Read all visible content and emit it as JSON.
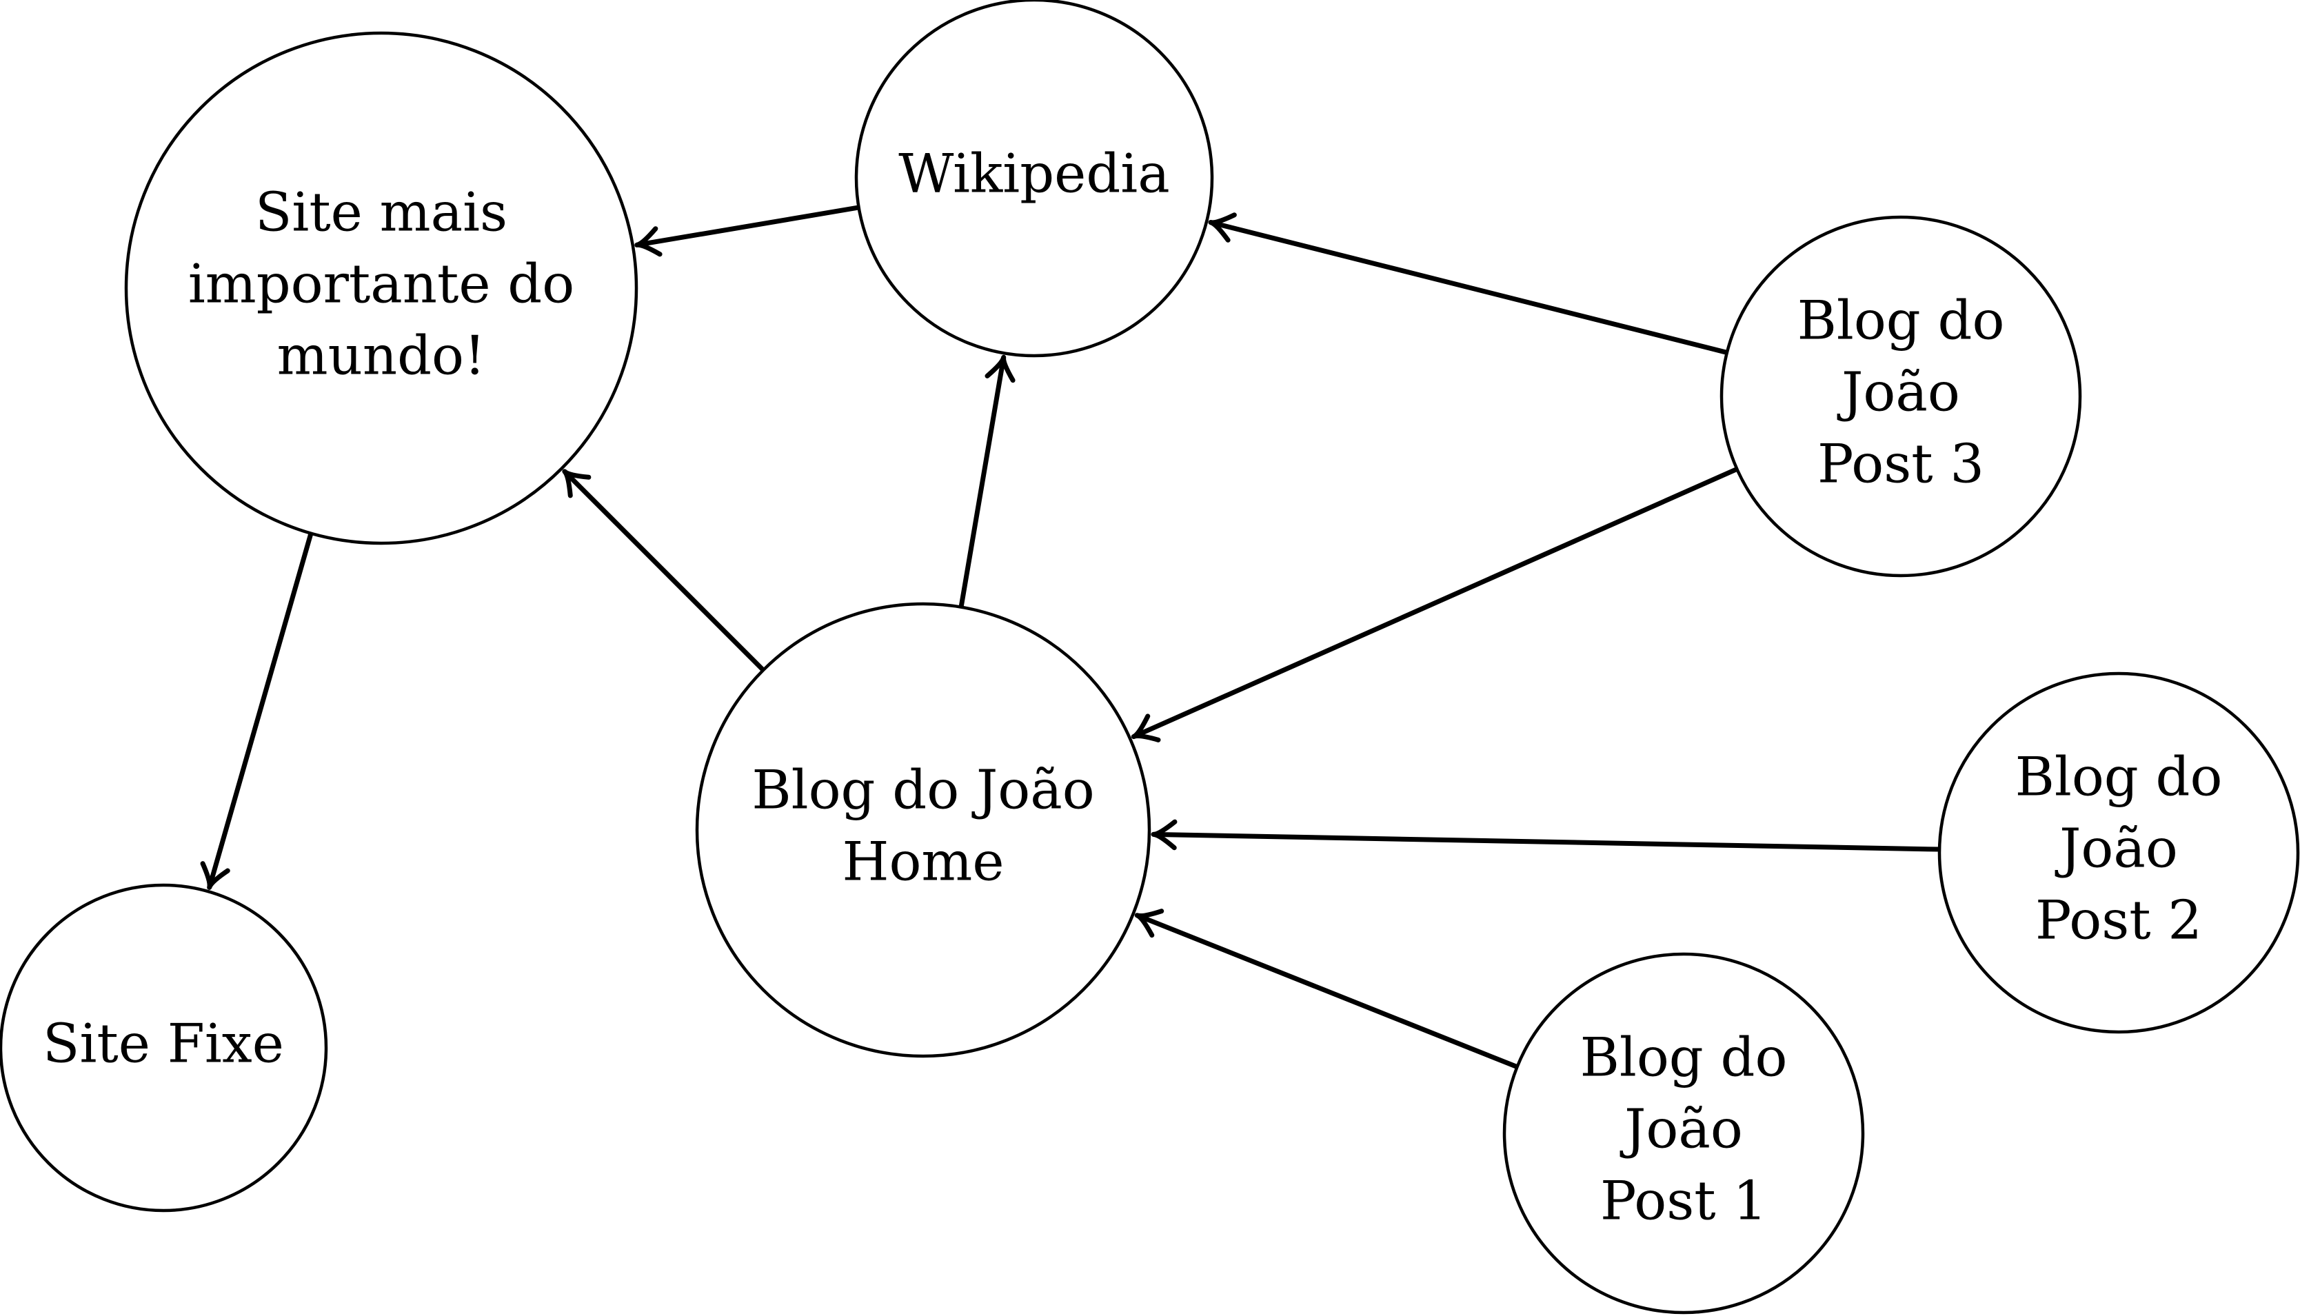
{
  "diagram": {
    "nodes": [
      {
        "id": "site-mais-importante",
        "lines": [
          "Site mais",
          "importante do",
          "mundo!"
        ]
      },
      {
        "id": "wikipedia",
        "lines": [
          "Wikipedia"
        ]
      },
      {
        "id": "blog-post-3",
        "lines": [
          "Blog do",
          "João",
          "Post 3"
        ]
      },
      {
        "id": "blog-home",
        "lines": [
          "Blog do João",
          "Home"
        ]
      },
      {
        "id": "blog-post-2",
        "lines": [
          "Blog do",
          "João",
          "Post 2"
        ]
      },
      {
        "id": "site-fixe",
        "lines": [
          "Site Fixe"
        ]
      },
      {
        "id": "blog-post-1",
        "lines": [
          "Blog do",
          "João",
          "Post 1"
        ]
      }
    ],
    "edges": [
      {
        "from": "wikipedia",
        "to": "site-mais-importante"
      },
      {
        "from": "blog-post-3",
        "to": "wikipedia"
      },
      {
        "from": "blog-home",
        "to": "site-mais-importante"
      },
      {
        "from": "blog-home",
        "to": "wikipedia"
      },
      {
        "from": "blog-post-3",
        "to": "blog-home"
      },
      {
        "from": "blog-post-2",
        "to": "blog-home"
      },
      {
        "from": "blog-post-1",
        "to": "blog-home"
      },
      {
        "from": "site-mais-importante",
        "to": "site-fixe"
      }
    ],
    "colors": {
      "stroke": "#000000",
      "fill": "#ffffff"
    }
  }
}
